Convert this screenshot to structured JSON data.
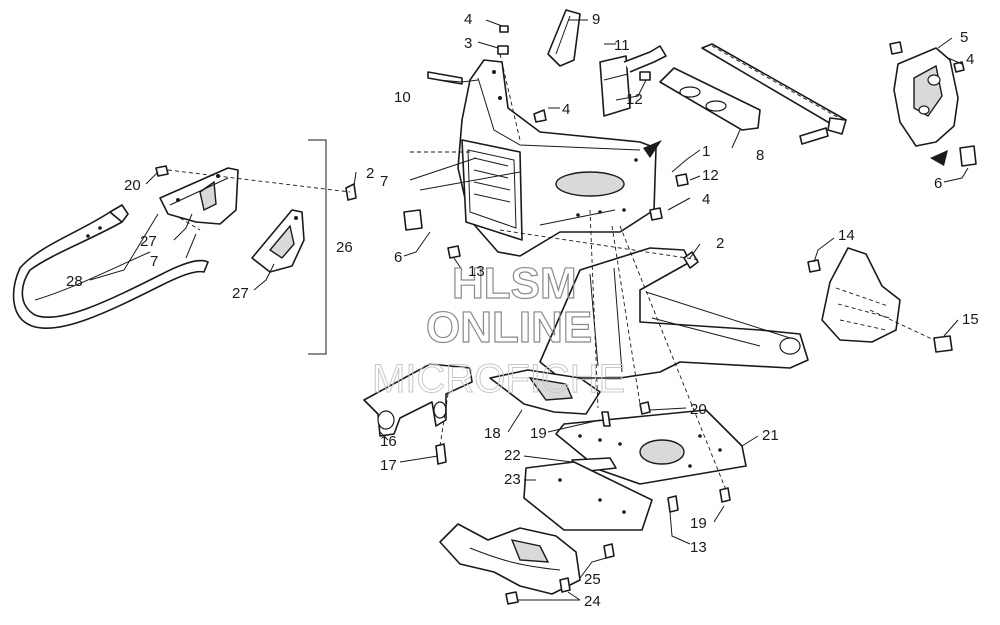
{
  "watermark": {
    "line1": "HLSM",
    "line2": "ONLINE",
    "line3": "MICROFICHE"
  },
  "callouts": [
    {
      "id": "c1",
      "text": "1"
    },
    {
      "id": "c2a",
      "text": "2"
    },
    {
      "id": "c2b",
      "text": "2"
    },
    {
      "id": "c3",
      "text": "3"
    },
    {
      "id": "c4a",
      "text": "4"
    },
    {
      "id": "c4b",
      "text": "4"
    },
    {
      "id": "c4c",
      "text": "4"
    },
    {
      "id": "c4d",
      "text": "4"
    },
    {
      "id": "c5",
      "text": "5"
    },
    {
      "id": "c6a",
      "text": "6"
    },
    {
      "id": "c6b",
      "text": "6"
    },
    {
      "id": "c7a",
      "text": "7"
    },
    {
      "id": "c7b",
      "text": "7"
    },
    {
      "id": "c8",
      "text": "8"
    },
    {
      "id": "c9",
      "text": "9"
    },
    {
      "id": "c10",
      "text": "10"
    },
    {
      "id": "c11",
      "text": "11"
    },
    {
      "id": "c12a",
      "text": "12"
    },
    {
      "id": "c12b",
      "text": "12"
    },
    {
      "id": "c13a",
      "text": "13"
    },
    {
      "id": "c13b",
      "text": "13"
    },
    {
      "id": "c14",
      "text": "14"
    },
    {
      "id": "c15",
      "text": "15"
    },
    {
      "id": "c16",
      "text": "16"
    },
    {
      "id": "c17",
      "text": "17"
    },
    {
      "id": "c18",
      "text": "18"
    },
    {
      "id": "c19a",
      "text": "19"
    },
    {
      "id": "c19b",
      "text": "19"
    },
    {
      "id": "c20a",
      "text": "20"
    },
    {
      "id": "c20b",
      "text": "20"
    },
    {
      "id": "c21",
      "text": "21"
    },
    {
      "id": "c22",
      "text": "22"
    },
    {
      "id": "c23",
      "text": "23"
    },
    {
      "id": "c24",
      "text": "24"
    },
    {
      "id": "c25",
      "text": "25"
    },
    {
      "id": "c26",
      "text": "26"
    },
    {
      "id": "c27a",
      "text": "27"
    },
    {
      "id": "c27b",
      "text": "27"
    },
    {
      "id": "c28",
      "text": "28"
    }
  ]
}
